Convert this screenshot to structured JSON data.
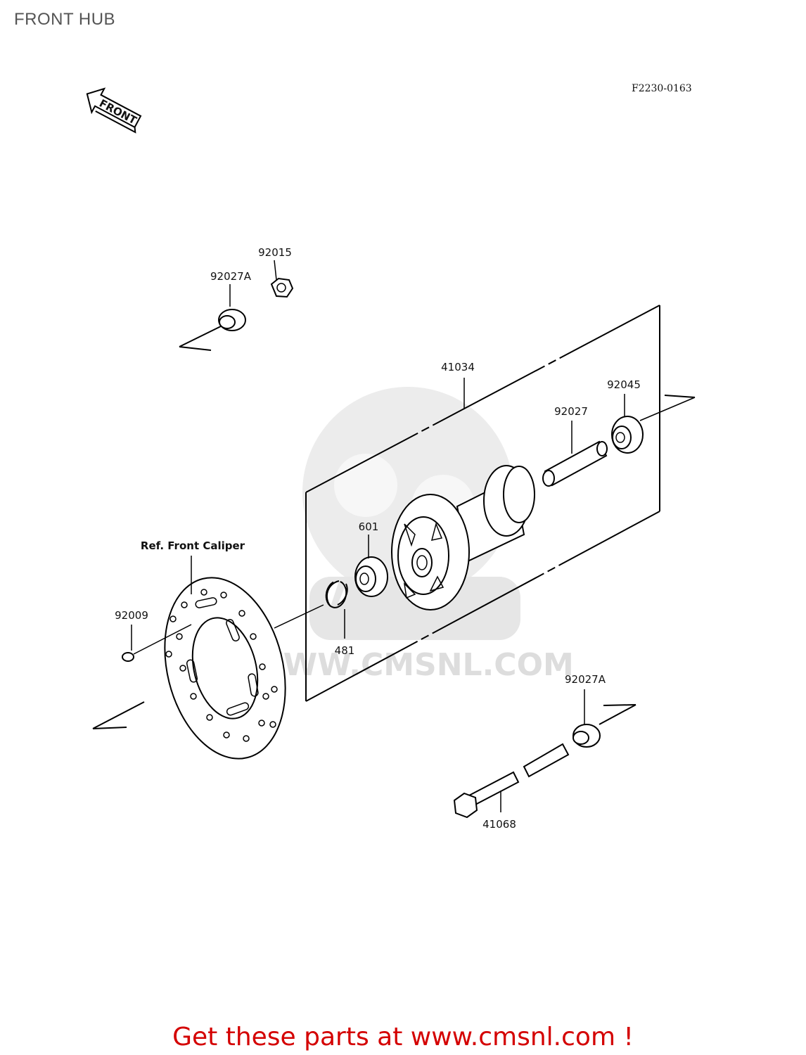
{
  "page": {
    "title": "FRONT HUB",
    "diagram_code": "F2230-0163"
  },
  "direction_arrow": {
    "label": "FRONT",
    "icon": "front-arrow-icon"
  },
  "watermark": {
    "text": "WWW.CMSNL.COM",
    "logo": "cms-logo-icon"
  },
  "parts": [
    {
      "number": "92015"
    },
    {
      "number": "92027A"
    },
    {
      "number": "41034"
    },
    {
      "number": "92027"
    },
    {
      "number": "92045"
    },
    {
      "number": "601"
    },
    {
      "number": "Ref. Front Caliper"
    },
    {
      "number": "92009"
    },
    {
      "number": "481"
    },
    {
      "number": "92027A"
    },
    {
      "number": "41068"
    }
  ],
  "footer": {
    "promo": "Get these parts at www.cmsnl.com !",
    "color": "#d40000"
  }
}
